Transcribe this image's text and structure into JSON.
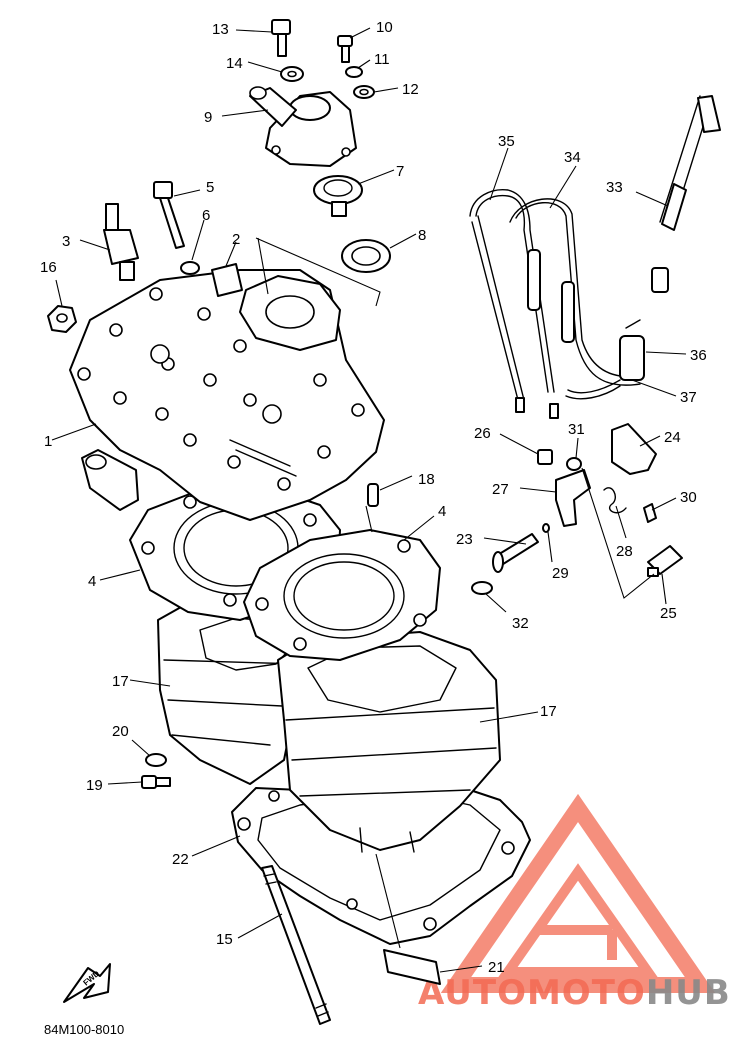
{
  "diagram": {
    "part_code": "84M100-8010",
    "forward_label": "FWD",
    "watermark": {
      "text_accent": "AUTOMOTO",
      "text_dark": "HUB",
      "accent_color": "#f26a52",
      "dark_color": "#888888"
    },
    "callouts": [
      {
        "id": "c1",
        "label": "1"
      },
      {
        "id": "c3",
        "label": "3"
      },
      {
        "id": "c4a",
        "label": "4"
      },
      {
        "id": "c4b",
        "label": "4"
      },
      {
        "id": "c5",
        "label": "5"
      },
      {
        "id": "c6",
        "label": "6"
      },
      {
        "id": "c2",
        "label": "2"
      },
      {
        "id": "c7",
        "label": "7"
      },
      {
        "id": "c8",
        "label": "8"
      },
      {
        "id": "c9",
        "label": "9"
      },
      {
        "id": "c10",
        "label": "10"
      },
      {
        "id": "c11",
        "label": "11"
      },
      {
        "id": "c12",
        "label": "12"
      },
      {
        "id": "c13",
        "label": "13"
      },
      {
        "id": "c14",
        "label": "14"
      },
      {
        "id": "c15",
        "label": "15"
      },
      {
        "id": "c16",
        "label": "16"
      },
      {
        "id": "c17a",
        "label": "17"
      },
      {
        "id": "c17b",
        "label": "17"
      },
      {
        "id": "c18",
        "label": "18"
      },
      {
        "id": "c19",
        "label": "19"
      },
      {
        "id": "c20",
        "label": "20"
      },
      {
        "id": "c21",
        "label": "21"
      },
      {
        "id": "c22",
        "label": "22"
      },
      {
        "id": "c23",
        "label": "23"
      },
      {
        "id": "c24",
        "label": "24"
      },
      {
        "id": "c25",
        "label": "25"
      },
      {
        "id": "c26",
        "label": "26"
      },
      {
        "id": "c27",
        "label": "27"
      },
      {
        "id": "c28",
        "label": "28"
      },
      {
        "id": "c29",
        "label": "29"
      },
      {
        "id": "c30",
        "label": "30"
      },
      {
        "id": "c31",
        "label": "31"
      },
      {
        "id": "c32",
        "label": "32"
      },
      {
        "id": "c33",
        "label": "33"
      },
      {
        "id": "c34",
        "label": "34"
      },
      {
        "id": "c35",
        "label": "35"
      },
      {
        "id": "c36",
        "label": "36"
      },
      {
        "id": "c37",
        "label": "37"
      }
    ]
  }
}
